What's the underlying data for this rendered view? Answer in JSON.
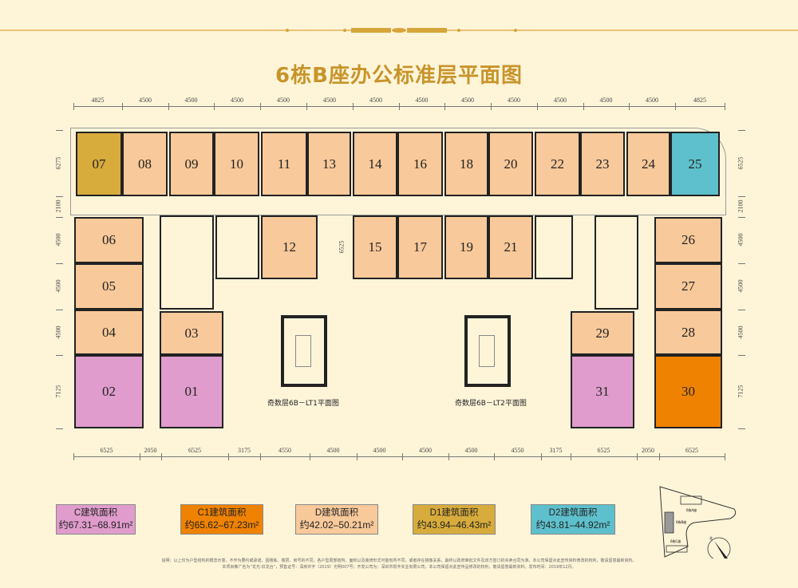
{
  "title": "6栋B座办公标准层平面图",
  "colors": {
    "C": "#e09ccc",
    "C1": "#ef8200",
    "D": "#f8c99a",
    "D1": "#d8ac3c",
    "D2": "#5ec0cc",
    "gold": "#c8942a"
  },
  "dimensions": {
    "top": [
      "4825",
      "4500",
      "4500",
      "4500",
      "4500",
      "4500",
      "4500",
      "4500",
      "4500",
      "4500",
      "4500",
      "4500",
      "4500",
      "4825"
    ],
    "bottom": [
      "6525",
      "2050",
      "6525",
      "3175",
      "4550",
      "4500",
      "4500",
      "4500",
      "4500",
      "4550",
      "3175",
      "6525",
      "2050",
      "6525"
    ],
    "left": [
      "6275",
      "2100",
      "4500",
      "4500",
      "4500",
      "7125"
    ],
    "right": [
      "6525",
      "2100",
      "4500",
      "4500",
      "4500",
      "7125"
    ],
    "center": "6525"
  },
  "rooms": [
    {
      "label": "07",
      "type": "D1"
    },
    {
      "label": "08",
      "type": "D"
    },
    {
      "label": "09",
      "type": "D"
    },
    {
      "label": "10",
      "type": "D"
    },
    {
      "label": "11",
      "type": "D"
    },
    {
      "label": "13",
      "type": "D"
    },
    {
      "label": "14",
      "type": "D"
    },
    {
      "label": "16",
      "type": "D"
    },
    {
      "label": "18",
      "type": "D"
    },
    {
      "label": "20",
      "type": "D"
    },
    {
      "label": "22",
      "type": "D"
    },
    {
      "label": "23",
      "type": "D"
    },
    {
      "label": "24",
      "type": "D"
    },
    {
      "label": "25",
      "type": "D2"
    },
    {
      "label": "06",
      "type": "D"
    },
    {
      "label": "05",
      "type": "D"
    },
    {
      "label": "04",
      "type": "D"
    },
    {
      "label": "02",
      "type": "C"
    },
    {
      "label": "03",
      "type": "D"
    },
    {
      "label": "01",
      "type": "C"
    },
    {
      "label": "12",
      "type": "D"
    },
    {
      "label": "15",
      "type": "D"
    },
    {
      "label": "17",
      "type": "D"
    },
    {
      "label": "19",
      "type": "D"
    },
    {
      "label": "21",
      "type": "D"
    },
    {
      "label": "26",
      "type": "D"
    },
    {
      "label": "27",
      "type": "D"
    },
    {
      "label": "28",
      "type": "D"
    },
    {
      "label": "30",
      "type": "C1"
    },
    {
      "label": "29",
      "type": "D"
    },
    {
      "label": "31",
      "type": "C"
    }
  ],
  "stair_captions": [
    "奇数层6B－LT1平面图",
    "奇数层6B－LT2平面图"
  ],
  "legend": [
    {
      "name": "C建筑面积",
      "area": "约67.31–68.91m²",
      "type": "C"
    },
    {
      "name": "C1建筑面积",
      "area": "约65.62–67.23m²",
      "type": "C1"
    },
    {
      "name": "D建筑面积",
      "area": "约42.02–50.21m²",
      "type": "D"
    },
    {
      "name": "D1建筑面积",
      "area": "约43.94–46.43m²",
      "type": "D1"
    },
    {
      "name": "D2建筑面积",
      "area": "约43.81–44.92m²",
      "type": "D2"
    }
  ],
  "site_map": {
    "labels": [
      "6栋A座",
      "6栋B座",
      "6栋C座"
    ],
    "north": "北"
  },
  "footnote": [
    "说明：以上仅为户型结构的概念示意，不作为要约或承诺，因楼栋、楼层、房号的不同，各户型局部结构、面积以及装修形式可能有所不同，或者存在镜像关系，最终以政府审批文件及双方签订的买卖合同为准。本公司保留对此宣传资料修改的权利，敬请留意最新资料。",
    "本项目推广名为“龙光·玖龙台”，预售证号：深房许字（2019）光明007号；开发公司为：深圳市凯丰实业有限公司，本公司保留对此宣传品修改的权利，敬请留意最新资料。发布时间：2019年12月。"
  ]
}
